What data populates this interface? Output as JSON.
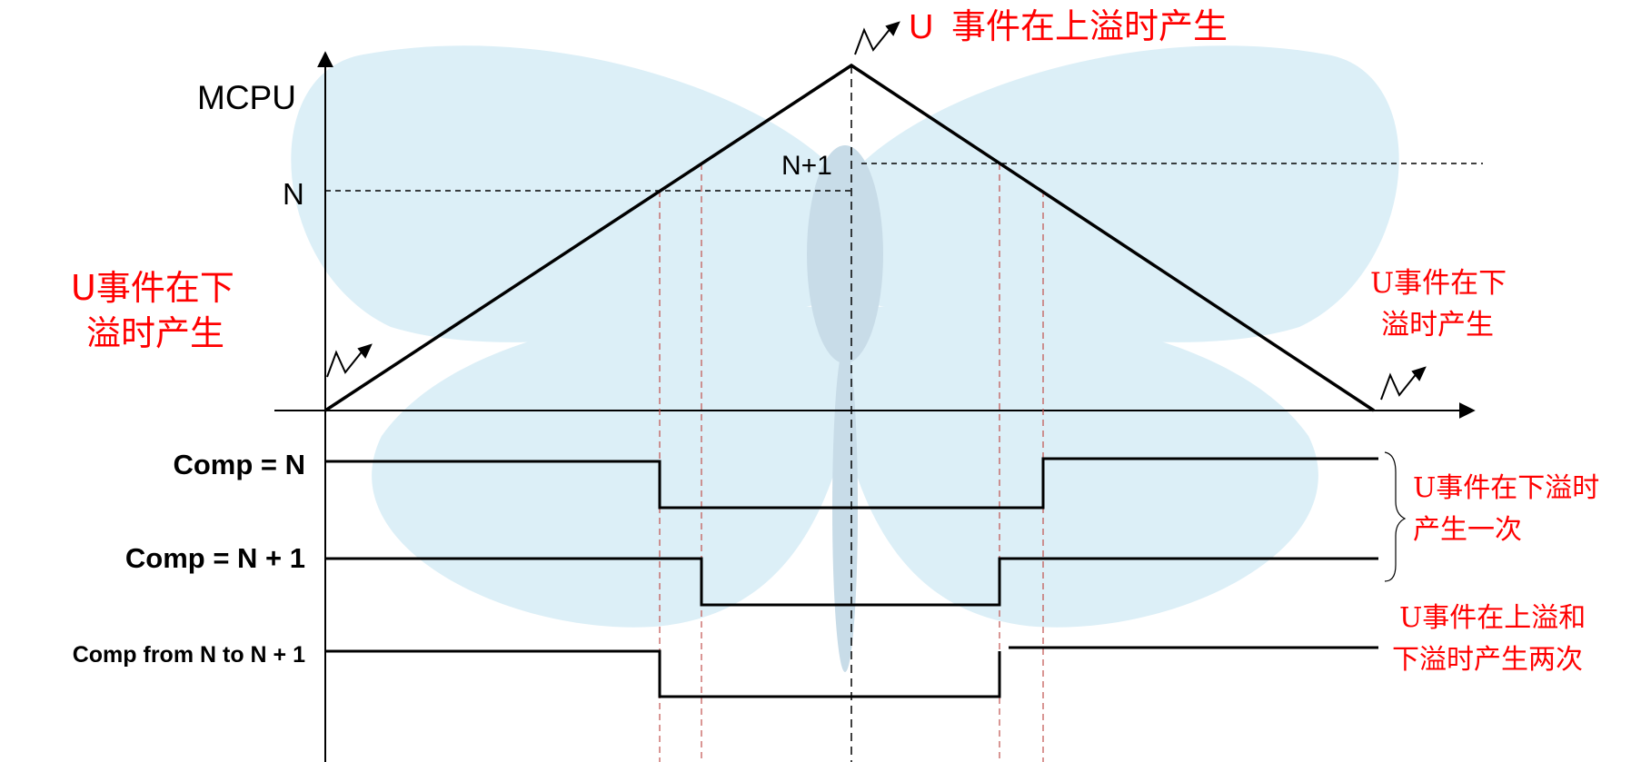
{
  "axis": {
    "y_label": "MCPU",
    "level_n": "N",
    "level_n1": "N+1"
  },
  "annotations": {
    "overflow_top_prefix": "U",
    "overflow_top_text": "事件在上溢时产生",
    "underflow_left_line1": "U事件在下",
    "underflow_left_line2": "溢时产生",
    "underflow_right_line1": "U事件在下",
    "underflow_right_line2": "溢时产生",
    "group_line1": "U事件在下溢时",
    "group_line2": "产生一次",
    "both_line1": "U事件在上溢和",
    "both_line2": "下溢时产生两次"
  },
  "signals": {
    "comp_n": "Comp = N",
    "comp_n1": "Comp = N + 1",
    "comp_n_to_n1": "Comp from N to N + 1"
  },
  "colors": {
    "line": "#000000",
    "accent_red": "#ff0000",
    "guide_orange": "#c0504d",
    "watermark": "#dceff7"
  },
  "icons": {
    "event_marker": "lightning-arrow-icon",
    "watermark": "butterfly-watermark"
  }
}
